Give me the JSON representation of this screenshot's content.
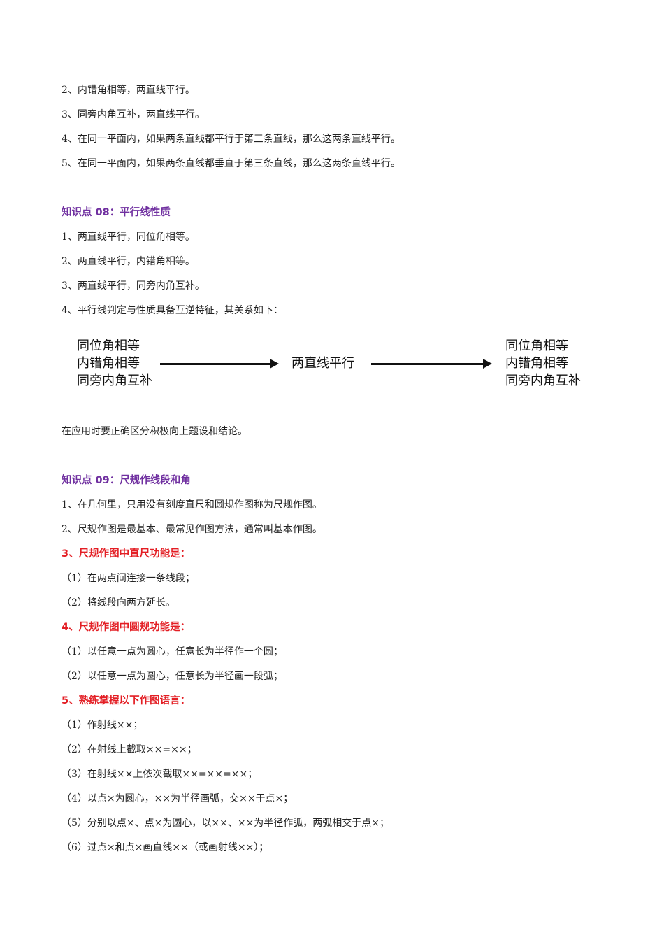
{
  "top_list": [
    "2、内错角相等，两直线平行。",
    "3、同旁内角互补，两直线平行。",
    "4、在同一平面内，如果两条直线都平行于第三条直线，那么这两条直线平行。",
    "5、在同一平面内，如果两条直线都垂直于第三条直线，那么这两条直线平行。"
  ],
  "section08": {
    "title": "知识点 08：平行线性质",
    "items": [
      "1、两直线平行，同位角相等。",
      "2、两直线平行，内错角相等。",
      "3、两直线平行，同旁内角互补。",
      "4、平行线判定与性质具备互逆特征，其关系如下："
    ],
    "diagram": {
      "left": [
        "同位角相等",
        "内错角相等",
        "同旁内角互补"
      ],
      "middle": "两直线平行",
      "right": [
        "同位角相等",
        "内错角相等",
        "同旁内角互补"
      ]
    },
    "note": "在应用时要正确区分积极向上题设和结论。"
  },
  "section09": {
    "title": "知识点 09：尺规作线段和角",
    "items": [
      "1、在几何里，只用没有刻度直尺和圆规作图称为尺规作图。",
      "2、尺规作图是最基本、最常见作图方法，通常叫基本作图。"
    ],
    "ruler": {
      "title": "3、尺规作图中直尺功能是：",
      "items": [
        "（1）在两点间连接一条线段；",
        "（2）将线段向两方延长。"
      ]
    },
    "compass": {
      "title": "4、尺规作图中圆规功能是：",
      "items": [
        "（1）以任意一点为圆心，任意长为半径作一个圆；",
        "（2）以任意一点为圆心，任意长为半径画一段弧；"
      ]
    },
    "language": {
      "title": "5、熟练掌握以下作图语言：",
      "items": [
        "（1）作射线××；",
        "（2）在射线上截取××=××；",
        "（3）在射线××上依次截取××=××=××；",
        "（4）以点×为圆心，××为半径画弧，交××于点×；",
        "（5）分别以点×、点×为圆心，以××、××为半径作弧，两弧相交于点×；",
        "（6）过点×和点×画直线××（或画射线××）；"
      ]
    }
  },
  "colors": {
    "heading": "#7030a0",
    "emphasis": "#e31e24",
    "text": "#222222"
  }
}
